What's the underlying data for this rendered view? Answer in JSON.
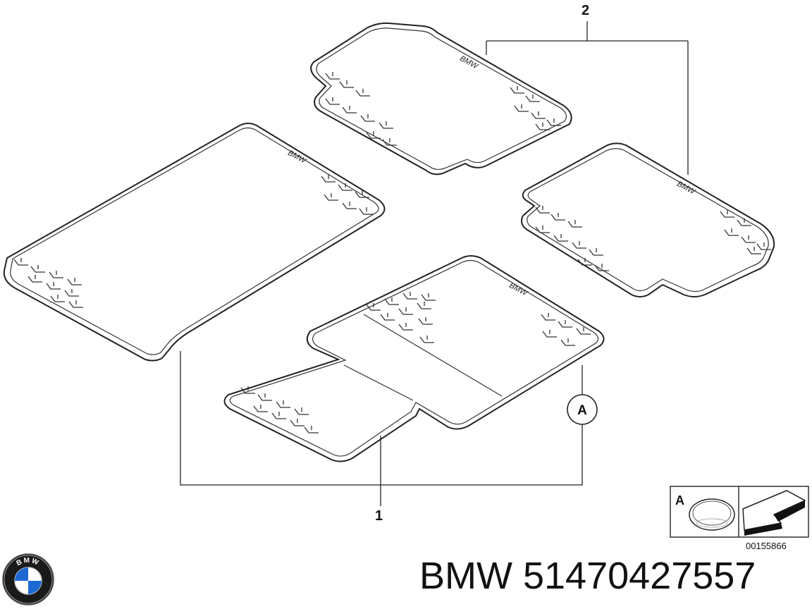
{
  "callouts": {
    "item_1": "1",
    "item_2": "2",
    "marker_a": "A"
  },
  "legend": {
    "label": "A"
  },
  "drawing_number": "00155866",
  "brand_logo_text": "BMW",
  "part_title": "BMW 51470427557",
  "mat_logo_text": "BMW",
  "icons": {
    "logo": "bmw-roundel-icon",
    "clip": "round-clip-icon",
    "arrow": "direction-arrow-icon"
  },
  "colors": {
    "line": "#222222",
    "background": "#ffffff",
    "logo_blue": "#1c69d4"
  }
}
